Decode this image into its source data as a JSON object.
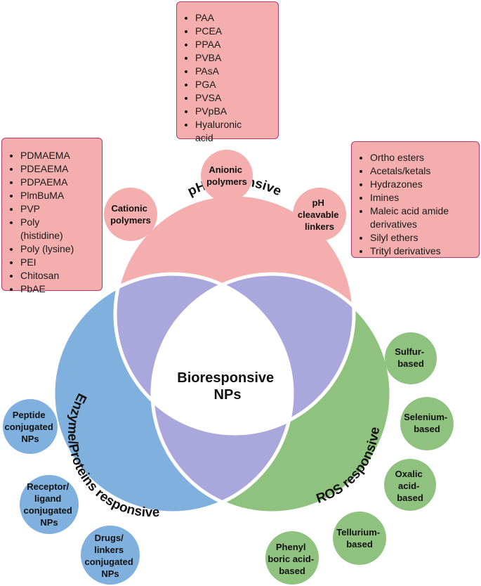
{
  "center": {
    "line1": "Bioresponsive",
    "line2": "NPs"
  },
  "arcs": {
    "ph": "pH responsive",
    "enzyme": "Enzyme/Proteins responsive",
    "ros": "ROS responsive"
  },
  "ph_categories": {
    "anionic": [
      "Anionic",
      "polymers"
    ],
    "cationic": [
      "Cationic",
      "polymers"
    ],
    "cleavable": [
      "pH",
      "cleavable",
      "linkers"
    ]
  },
  "lists": {
    "anionic_polymers": [
      "PAA",
      "PCEA",
      "PPAA",
      "PVBA",
      "PAsA",
      "PGA",
      "PVSA",
      "PVpBA",
      "Hyaluronic acid"
    ],
    "cationic_polymers": [
      "PDMAEMA",
      "PDEAEMA",
      "PDPAEMA",
      "PlmBuMA",
      "PVP",
      "Poly (histidine)",
      "Poly (lysine)",
      "PEI",
      "Chitosan",
      "PbAE"
    ],
    "cleavable_linkers": [
      "Ortho esters",
      "Acetals/ketals",
      "Hydrazones",
      "Imines",
      "Maleic acid amide derivatives",
      "Silyl ethers",
      "Trityl derivatives"
    ]
  },
  "enzyme_items": {
    "peptide": [
      "Peptide",
      "conjugated",
      "NPs"
    ],
    "receptor": [
      "Receptor/",
      "ligand",
      "conjugated",
      "NPs"
    ],
    "drugs": [
      "Drugs/",
      "linkers",
      "conjugated",
      "NPs"
    ]
  },
  "ros_items": {
    "sulfur": [
      "Sulfur-",
      "based"
    ],
    "selenium": [
      "Selenium-",
      "based"
    ],
    "oxalic": [
      "Oxalic",
      "acid-",
      "based"
    ],
    "tellurium": [
      "Tellurium-",
      "based"
    ],
    "phenyl": [
      "Phenyl",
      "boric acid-",
      "based"
    ]
  },
  "colors": {
    "ph_fill": "#f4aeae",
    "ph_border": "#b5386b",
    "enzyme_fill": "#7fb0de",
    "ros_fill": "#8fc27f",
    "overlap_fill": "#aaa7dc",
    "center_fill": "#ffffff"
  }
}
